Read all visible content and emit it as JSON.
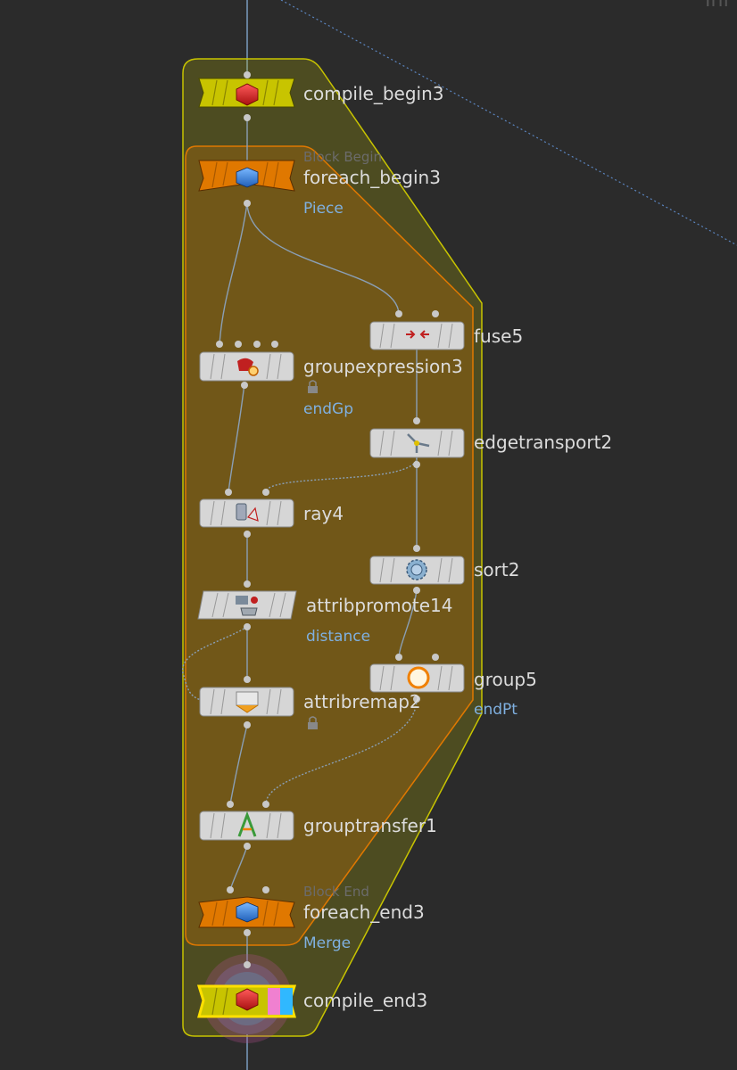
{
  "corner_text": "Inf",
  "blocks": {
    "begin_label": "Block Begin",
    "end_label": "Block End"
  },
  "nodes": {
    "compile_begin": {
      "name": "compile_begin3",
      "icon": "red-cube-icon"
    },
    "foreach_begin": {
      "name": "foreach_begin3",
      "sub": "Piece",
      "icon": "blue-cube-icon"
    },
    "fuse": {
      "name": "fuse5",
      "icon": "fuse-arrows-icon"
    },
    "groupexpression": {
      "name": "groupexpression3",
      "sub": "endGp",
      "icon": "group-expression-icon",
      "locked": true
    },
    "edgetransport": {
      "name": "edgetransport2",
      "icon": "edge-transport-icon"
    },
    "ray": {
      "name": "ray4",
      "icon": "ray-icon"
    },
    "sort": {
      "name": "sort2",
      "icon": "sort-gear-icon"
    },
    "attribpromote": {
      "name": "attribpromote14",
      "sub": "distance",
      "icon": "attrib-promote-icon"
    },
    "group": {
      "name": "group5",
      "sub": "endPt",
      "icon": "group-ring-icon"
    },
    "attribremap": {
      "name": "attribremap2",
      "icon": "attrib-remap-icon",
      "locked": true
    },
    "grouptransfer": {
      "name": "grouptransfer1",
      "icon": "group-transfer-icon"
    },
    "foreach_end": {
      "name": "foreach_end3",
      "sub": "Merge",
      "icon": "blue-cube-icon"
    },
    "compile_end": {
      "name": "compile_end3",
      "icon": "red-cube-icon"
    }
  },
  "colors": {
    "background": "#2b2b2b",
    "compile_block": "#c8c400",
    "foreach_block": "#e07800",
    "node_body": "#d6d6d6",
    "wire": "#8a9fb5",
    "label": "#dcdcdc",
    "sublabel": "#7fb0e0"
  }
}
